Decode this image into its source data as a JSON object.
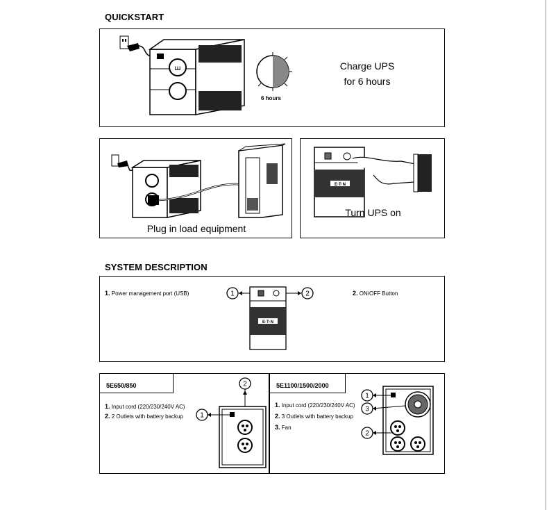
{
  "quickstart": {
    "heading": "QUICKSTART",
    "step1": {
      "line1": "Charge UPS",
      "line2": "for 6 hours",
      "clock_label": "6 hours"
    },
    "step2": {
      "caption": "Plug in load equipment"
    },
    "step3": {
      "caption": "Turn UPS on",
      "brand": "E·T·N"
    }
  },
  "system_description": {
    "heading": "SYSTEM DESCRIPTION",
    "front": {
      "item1_num": "1.",
      "item1": "Power management port (USB)",
      "item2_num": "2.",
      "item2": "ON/OFF Button",
      "callout1": "1",
      "callout2": "2",
      "brand": "E·T·N"
    },
    "model_small": {
      "title": "5E650/850",
      "items": [
        {
          "num": "1.",
          "text": "Input cord (220/230/240V AC)"
        },
        {
          "num": "2.",
          "text": "2 Outlets with battery backup"
        }
      ],
      "callout1": "1",
      "callout2": "2"
    },
    "model_large": {
      "title": "5E1100/1500/2000",
      "items": [
        {
          "num": "1.",
          "text": "Input cord (220/230/240V AC)"
        },
        {
          "num": "2.",
          "text": "3 Outlets with battery backup"
        },
        {
          "num": "3.",
          "text": "Fan"
        }
      ],
      "callout1": "1",
      "callout2": "2",
      "callout3": "3"
    }
  }
}
